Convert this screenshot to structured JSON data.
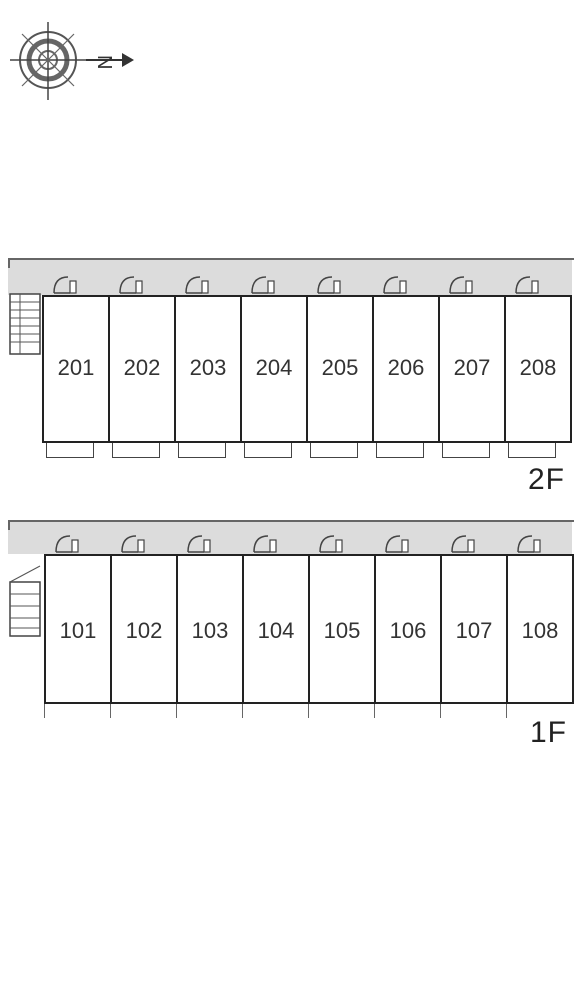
{
  "compass": {
    "north_letter": "N"
  },
  "floors": [
    {
      "id": "2F",
      "label": "2F",
      "units": [
        "201",
        "202",
        "203",
        "204",
        "205",
        "206",
        "207",
        "208"
      ]
    },
    {
      "id": "1F",
      "label": "1F",
      "units": [
        "101",
        "102",
        "103",
        "104",
        "105",
        "106",
        "107",
        "108"
      ]
    }
  ]
}
